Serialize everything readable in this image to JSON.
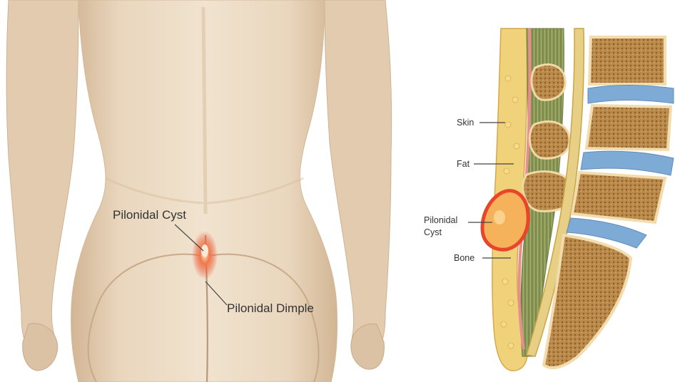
{
  "figure": {
    "left_panel": {
      "labels": {
        "cyst": "Pilonidal Cyst",
        "dimple": "Pilonidal Dimple"
      }
    },
    "right_panel": {
      "labels": {
        "skin": "Skin",
        "fat": "Fat",
        "cyst_line1": "Pilonidal",
        "cyst_line2": "Cyst",
        "bone": "Bone"
      }
    }
  },
  "colors": {
    "skin_light": "#eedfca",
    "skin_shade": "#d7bea0",
    "cyst_red": "#e8452a",
    "cyst_fill": "#f6b25a",
    "fat_yellow": "#e9c54f",
    "muscle_green": "#8f9a5c",
    "disc_blue": "#7eaad6",
    "bone_tan": "#b98b4e"
  }
}
